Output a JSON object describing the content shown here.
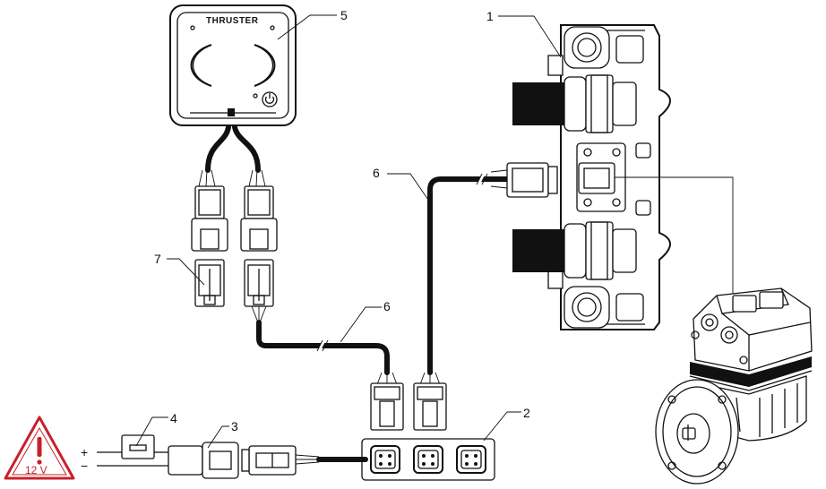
{
  "panel": {
    "brand": "THRUSTER"
  },
  "callouts": [
    "1",
    "2",
    "3",
    "4",
    "5",
    "6",
    "6",
    "7"
  ],
  "battery": {
    "plus": "+",
    "minus": "−",
    "voltage": "12 V"
  },
  "colors": {
    "line": "#111111",
    "warning": "#c8202a",
    "background": "#ffffff"
  },
  "icons": [
    "power-icon",
    "warning-triangle-icon"
  ]
}
